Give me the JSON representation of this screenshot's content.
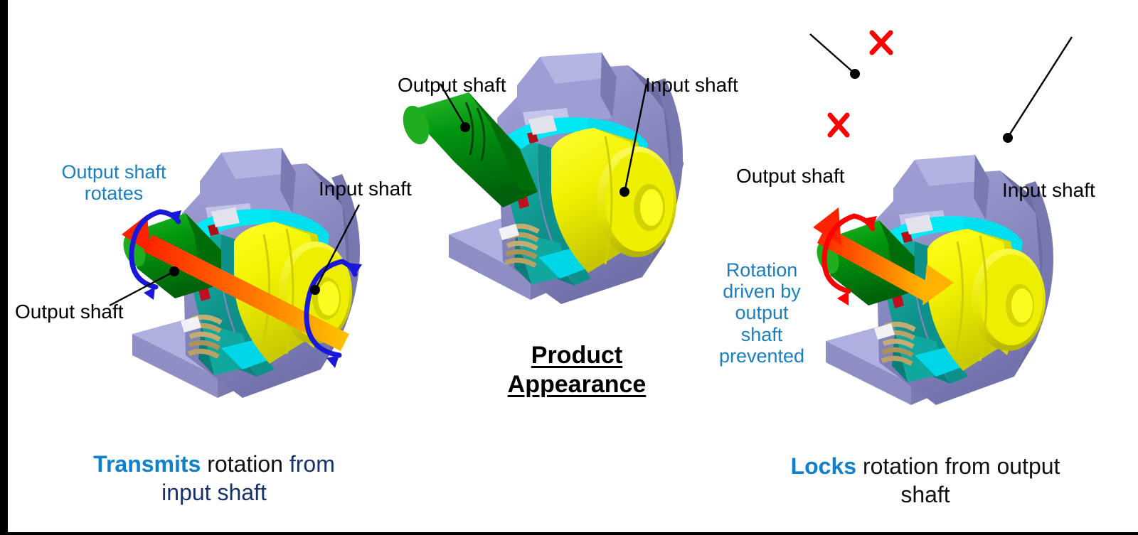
{
  "figure": {
    "kind": "mechanical-clutch-cutaway-diagram",
    "background": "#ffffff",
    "border_color": "#000000"
  },
  "panels": [
    {
      "id": "left",
      "labels": {
        "output_shaft_rotates": "Output shaft\nrotates",
        "output_shaft_rotates_line1": "Output shaft",
        "output_shaft_rotates_line2": "rotates",
        "input_shaft": "Input shaft",
        "output_shaft": "Output shaft"
      },
      "caption": {
        "highlight": "Transmits",
        "middle": " rotation ",
        "rest": "from",
        "line2": "input shaft"
      },
      "annotation": {
        "rotation_arrows_color": "#1a18d8",
        "torque_arrow_color_start": "#ff2200",
        "torque_arrow_color_end": "#ffb300",
        "torque_direction": "output-to-input-transmitted"
      }
    },
    {
      "id": "center",
      "labels": {
        "output_shaft": "Output shaft",
        "input_shaft": "Input shaft"
      },
      "title_line1": "Product",
      "title_line2": "Appearance"
    },
    {
      "id": "right",
      "labels": {
        "output_shaft": "Output shaft",
        "input_shaft": "Input shaft",
        "rotation_prevented": "Rotation\ndriven by\noutput\nshaft\nprevented",
        "rotation_prevented_lines": [
          "Rotation",
          "driven by",
          "output",
          "shaft",
          "prevented"
        ]
      },
      "caption": {
        "highlight": "Locks",
        "middle": " rotation from output",
        "line2": "shaft"
      },
      "annotation": {
        "blocked_marks": [
          "×",
          "×"
        ],
        "blocked_marks_color": "#ff0000",
        "rotation_arrow_color": "#ff0000",
        "torque_arrow_color_start": "#ff2200",
        "torque_arrow_color_end": "#ffb300"
      }
    }
  ],
  "colors": {
    "housing_purple_light": "#9a9ad0",
    "housing_purple": "#8484bb",
    "housing_purple_dark": "#6e6ea6",
    "base_plate": "#b0b0e0",
    "cyan_bright": "#00e8f4",
    "teal": "#0e9d95",
    "teal_dark": "#0b7d77",
    "yellow_bright": "#ffff00",
    "yellow_mid": "#e8e800",
    "yellow_dark": "#c8c800",
    "green_shaft": "#008a00",
    "green_shaft_dark": "#005e00",
    "green_shaft_light": "#13ad13",
    "spring_tan": "#b9a263",
    "spring_tan_dark": "#8d7a42",
    "red_accent": "#c01020",
    "blue_arrow": "#1a18d8",
    "red_arrow": "#ff0000",
    "label_black": "#000000",
    "label_blue": "#1a7fc1",
    "caption_blue": "#0f7fd0",
    "caption_navy": "#17326b"
  }
}
